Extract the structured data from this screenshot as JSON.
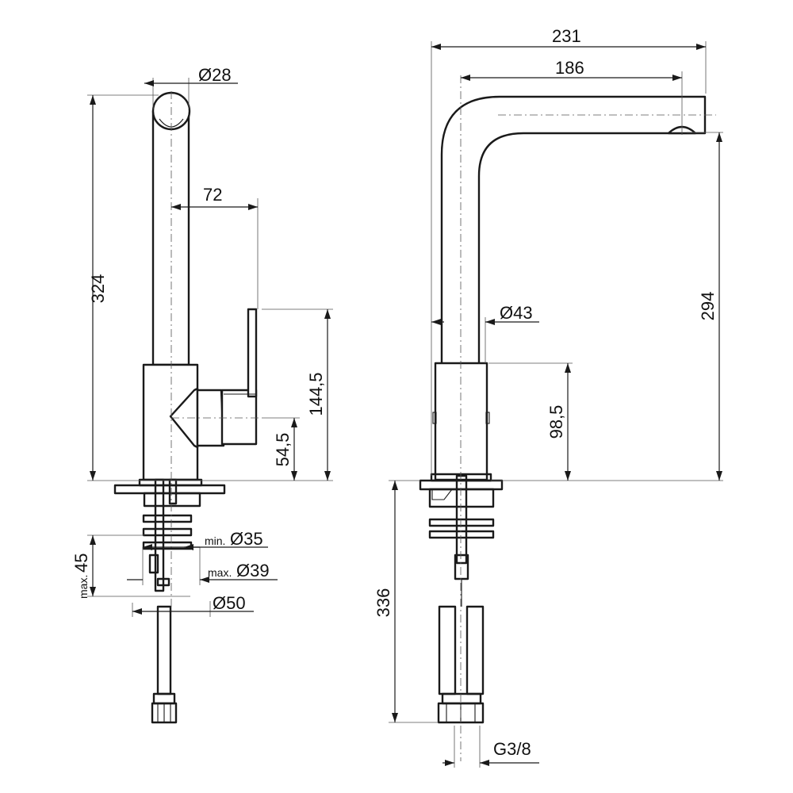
{
  "side_view": {
    "dia_spout": "Ø28",
    "handle_reach": "72",
    "total_height": "324",
    "handle_height": "144,5",
    "handle_axis": "54,5",
    "min_hole_prefix": "min.",
    "min_hole": "Ø35",
    "max_hole_prefix": "max.",
    "max_hole": "Ø39",
    "base_dia": "Ø50",
    "max_thickness_prefix": "max.",
    "max_thickness": "45"
  },
  "front_view": {
    "total_reach": "231",
    "spout_reach": "186",
    "body_dia": "Ø43",
    "outlet_height": "294",
    "body_height": "98,5",
    "hose_length": "336",
    "connection": "G3/8"
  }
}
